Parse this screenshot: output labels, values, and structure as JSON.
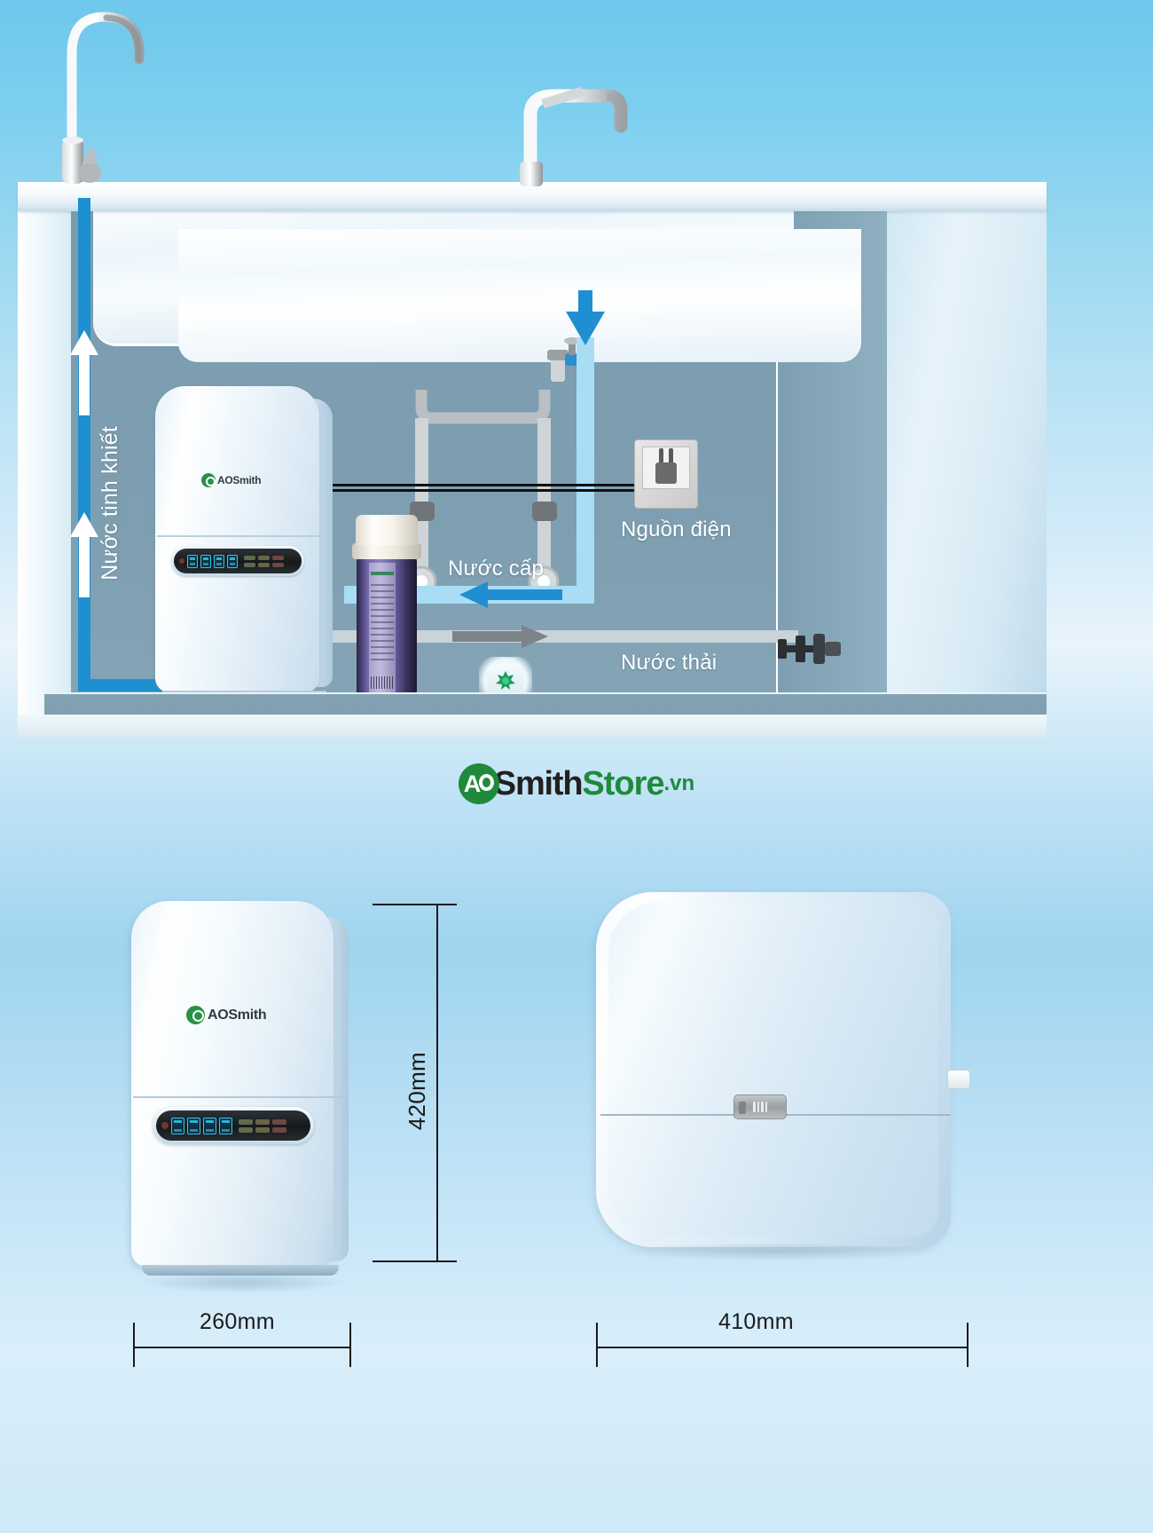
{
  "diagram": {
    "title_hidden": "",
    "labels": {
      "pure_water": "Nước tinh khiết",
      "supply_water": "Nước cấp",
      "power_source": "Nguồn điện",
      "waste_water": "Nước thải"
    },
    "machine_brand": "AOSmith",
    "machine_brand_a": "A",
    "panel_icons": [
      "filter-stage-1-icon",
      "filter-stage-2-icon",
      "filter-stage-3-icon",
      "filter-stage-4-icon"
    ],
    "panel_led_colors": [
      "#6fe07a",
      "#6fe07a",
      "#d9cf4a",
      "#d9cf4a",
      "#e05a4a",
      "#e05a4a"
    ]
  },
  "brand": {
    "mark_letter": "A",
    "word_smith": "Smith",
    "word_store": "Store",
    "word_vn": ".vn",
    "green": "#1f8a3b",
    "dark": "#231f20"
  },
  "specs": {
    "front_logo_brand": "AOSmith",
    "dimensions": {
      "height": "420mm",
      "width_front": "260mm",
      "width_side": "410mm"
    }
  },
  "colors": {
    "flow_pure": "#1e8fd0",
    "flow_supply": "#a8ddf5",
    "flow_waste": "#c9d3d8",
    "cabinet": "#7e9fb1",
    "accent_cyan": "#34c6f0"
  }
}
